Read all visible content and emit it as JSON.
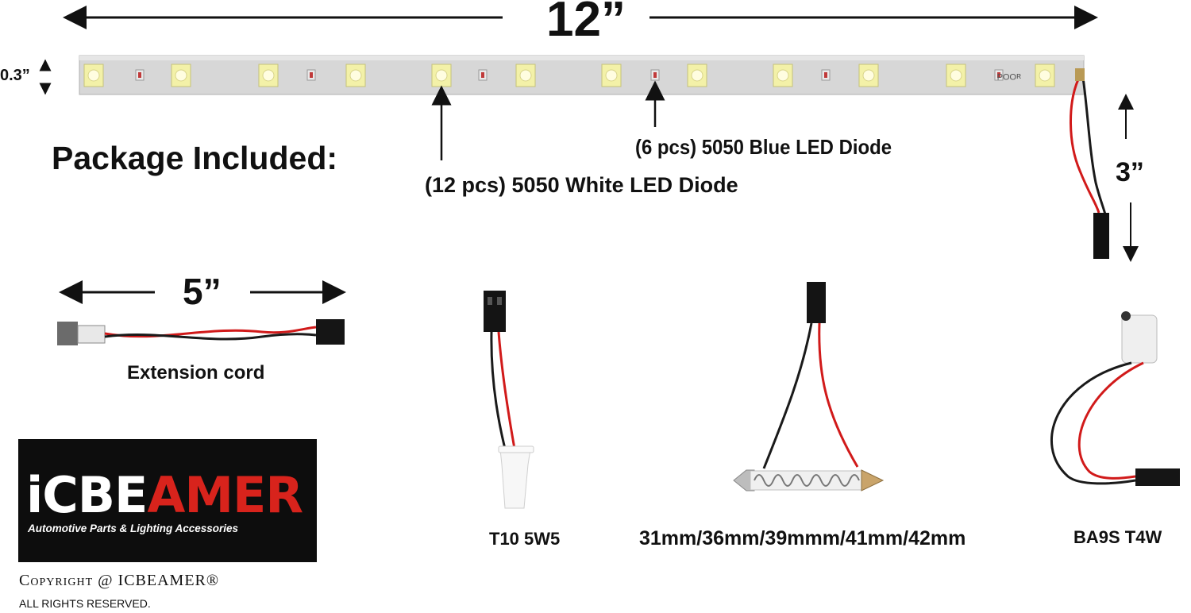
{
  "dimensions": {
    "strip_length": "12”",
    "strip_width": "0.3”",
    "lead_length": "3”",
    "cord_length": "5”"
  },
  "heading": "Package Included:",
  "diode_labels": {
    "blue": "(6 pcs) 5050 Blue LED Diode",
    "white": "(12 pcs) 5050 White LED Diode"
  },
  "strip_code": "ᴚOOԀ",
  "items": {
    "extension": "Extension cord",
    "t10": "T10 5W5",
    "festoon": "31mm/36mm/39mmm/41mm/42mm",
    "ba9s": "BA9S T4W"
  },
  "brand": {
    "logo_part1": "iCBE",
    "logo_part2": "AMER",
    "tagline": "Automotive Parts & Lighting Accessories",
    "copyright": "Copyright @ ICBEAMER®",
    "rights": "ALL RIGHTS RESERVED."
  },
  "colors": {
    "board": "#d7d7d7",
    "wire_red": "#d11a1a",
    "wire_black": "#1a1a1a",
    "led_white": "#f3f1a8",
    "led_blue": "#c03a3a",
    "logo_red": "#d8231c"
  }
}
